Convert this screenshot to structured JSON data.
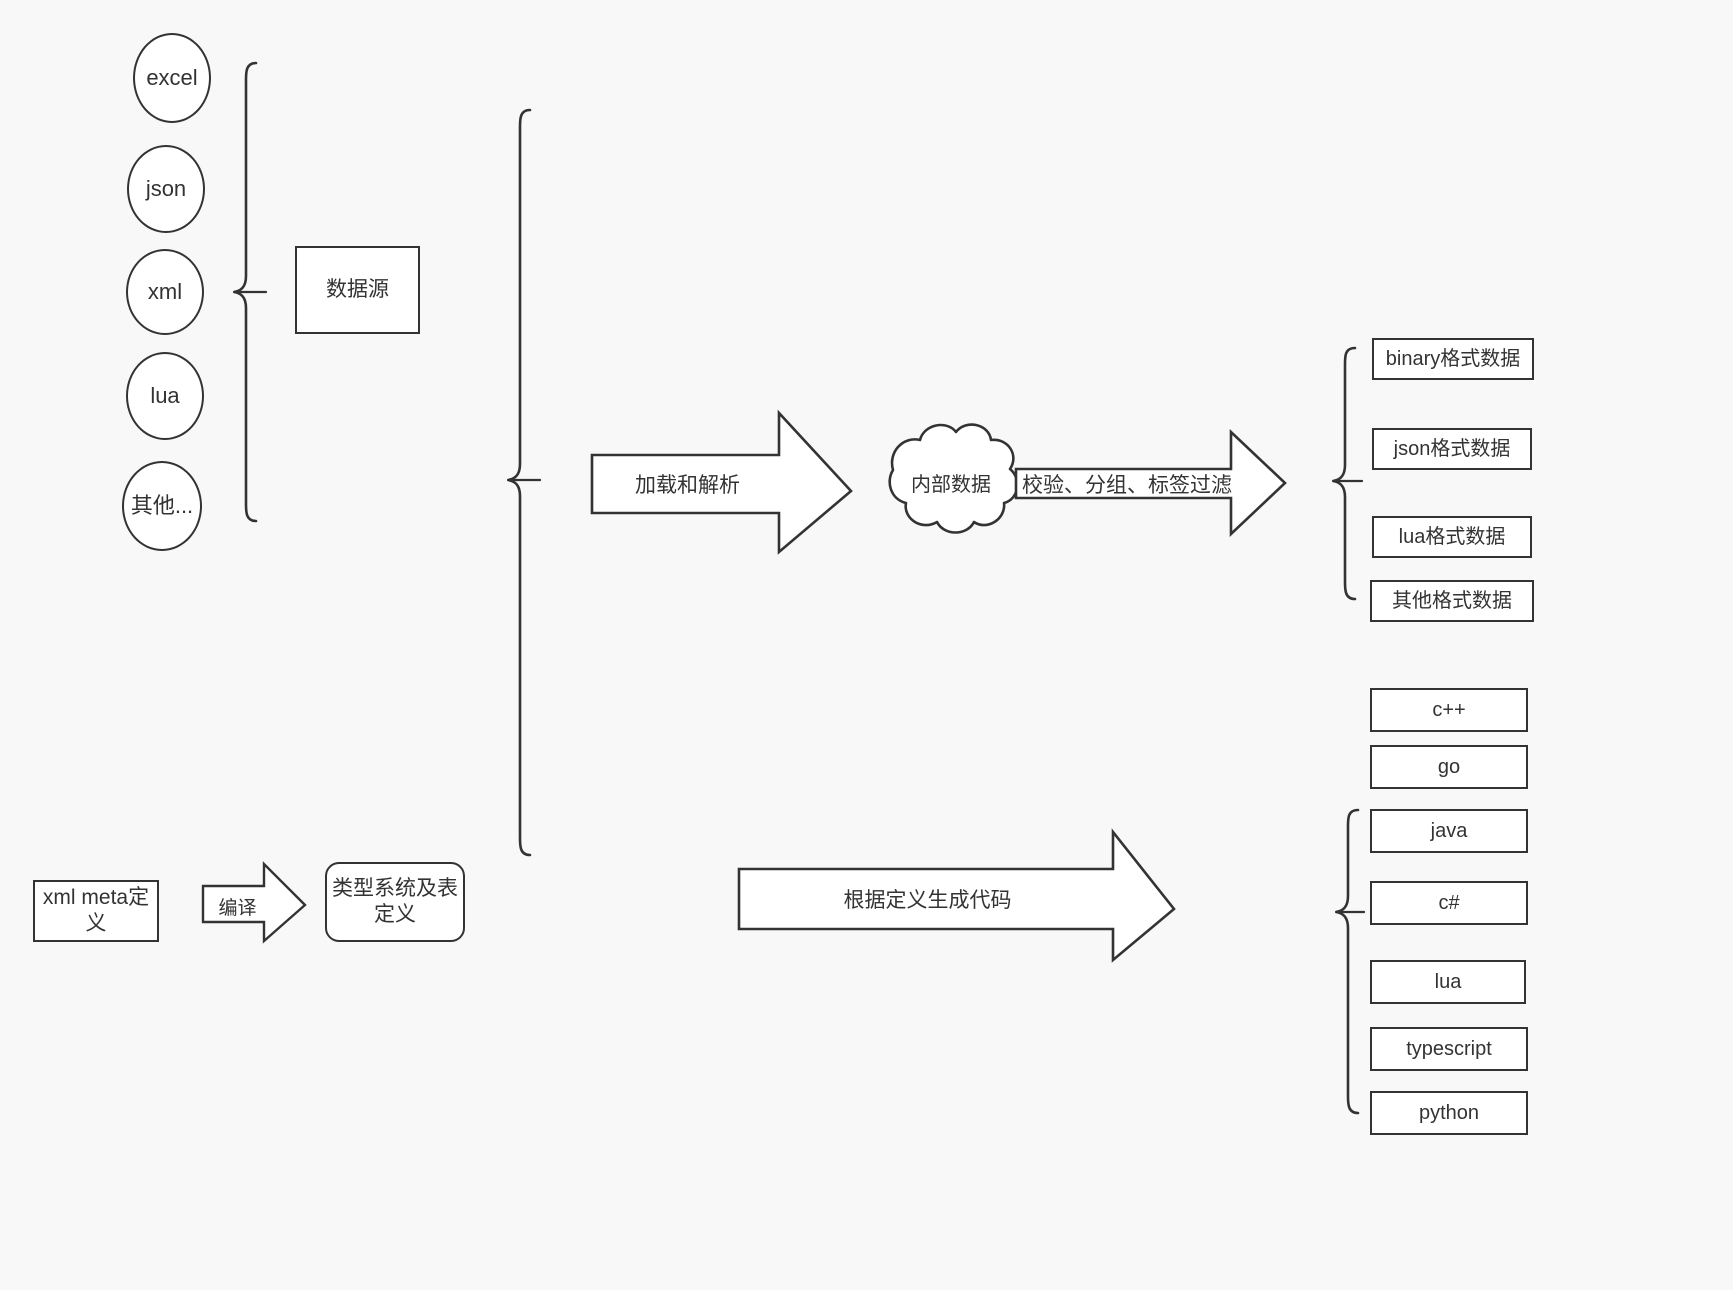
{
  "diagram": {
    "title_visible": false,
    "background_color": "#f8f8f8",
    "stroke_color": "#333333",
    "fill_color": "#ffffff"
  },
  "sources": {
    "items": [
      {
        "label": "excel"
      },
      {
        "label": "json"
      },
      {
        "label": "xml"
      },
      {
        "label": "lua"
      },
      {
        "label": "其他..."
      }
    ],
    "group_label": "数据源"
  },
  "meta": {
    "definition_label": "xml meta定\n义",
    "definition_label_line1": "xml meta定",
    "definition_label_line2": "义",
    "compile_arrow_label": "编译",
    "type_system_line1": "类型系统及表",
    "type_system_line2": "定义"
  },
  "pipeline": {
    "load_parse_label": "加载和解析",
    "internal_data_label": "内部数据",
    "validate_group_filter_label": "校验、分组、标签过滤",
    "generate_code_label": "根据定义生成代码"
  },
  "outputs": {
    "data_formats": [
      {
        "label": "binary格式数据"
      },
      {
        "label": "json格式数据"
      },
      {
        "label": "lua格式数据"
      },
      {
        "label": "其他格式数据"
      }
    ],
    "languages": [
      {
        "label": "c++"
      },
      {
        "label": "go"
      },
      {
        "label": "java"
      },
      {
        "label": "c#"
      },
      {
        "label": "lua"
      },
      {
        "label": "typescript"
      },
      {
        "label": "python"
      }
    ]
  }
}
